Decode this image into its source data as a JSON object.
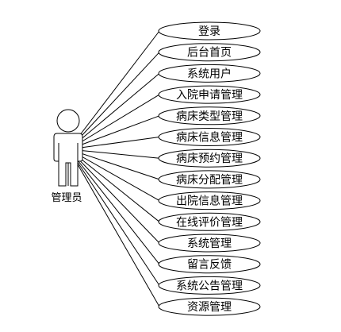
{
  "diagram": {
    "actor": {
      "name": "管理员",
      "icon": "stick-figure-icon"
    },
    "use_cases": [
      {
        "label": "登录"
      },
      {
        "label": "后台首页"
      },
      {
        "label": "系统用户"
      },
      {
        "label": "入院申请管理"
      },
      {
        "label": "病床类型管理"
      },
      {
        "label": "病床信息管理"
      },
      {
        "label": "病床预约管理"
      },
      {
        "label": "病床分配管理"
      },
      {
        "label": "出院信息管理"
      },
      {
        "label": "在线评价管理"
      },
      {
        "label": "系统管理"
      },
      {
        "label": "留言反馈"
      },
      {
        "label": "系统公告管理"
      },
      {
        "label": "资源管理"
      }
    ],
    "colors": {
      "line": "#000000",
      "fill": "#ffffff"
    }
  }
}
